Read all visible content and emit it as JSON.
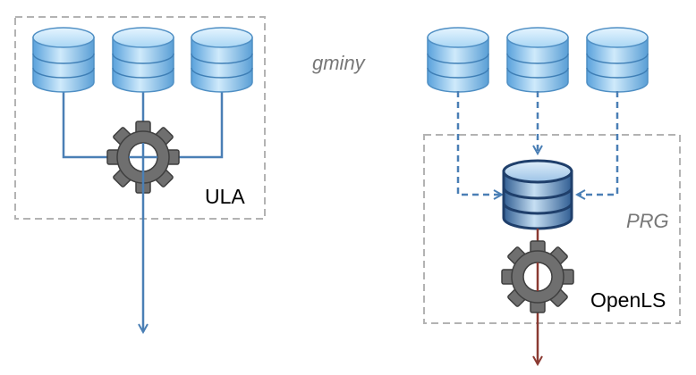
{
  "labels": {
    "gminy": "gminy",
    "ula": "ULA",
    "prg": "PRG",
    "openls": "OpenLS"
  },
  "colors": {
    "dashed_box": "#b3b3b3",
    "connector_blue": "#4a7fb5",
    "output_red": "#8b3a32",
    "gear_fill": "#6f6f6f",
    "gear_stroke": "#3f3f3f",
    "db_light": "#9fd0f2",
    "db_dark_blue": "#2c5588",
    "label_black": "#000000",
    "label_gray": "#777777"
  },
  "icons": {
    "local_database": "database-icon",
    "central_database": "central-database-icon",
    "processing": "gear-icon"
  }
}
